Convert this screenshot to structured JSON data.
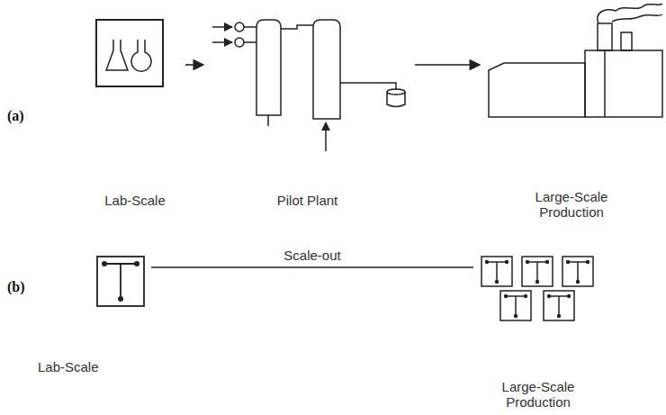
{
  "diagram": {
    "nodes": [
      {
        "text": [
          "Lab-Scale"
        ]
      },
      {
        "text": [
          "Pilot Plant"
        ]
      },
      {
        "text": [
          "Large-Scale Production"
        ]
      },
      {
        "text": [
          "Lab-Scale"
        ]
      },
      {
        "text": [
          "Large-Scale Production"
        ]
      }
    ],
    "edges": [
      {
        "from": 0,
        "to": 1,
        "arrow": "to"
      },
      {
        "from": 1,
        "to": 2,
        "arrow": "to"
      },
      {
        "from": 3,
        "to": 4,
        "label": "Scale-out",
        "arrow": "none"
      }
    ],
    "labels": [
      "(a)",
      "(b)"
    ]
  }
}
